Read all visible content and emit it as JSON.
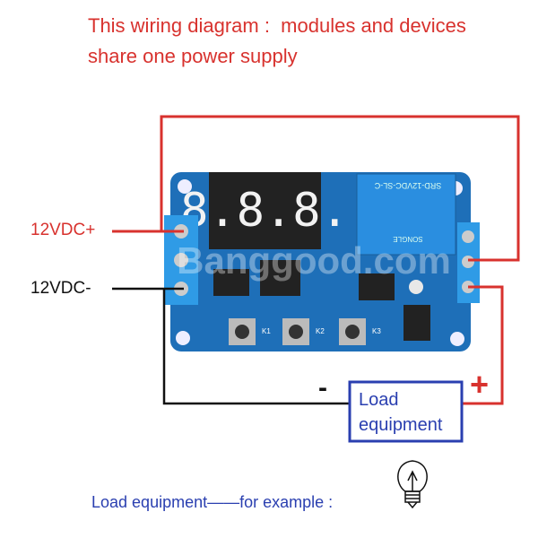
{
  "title": {
    "line1": "This wiring diagram :  modules and devices",
    "line2": "share one power supply"
  },
  "labels": {
    "positive": "12VDC+",
    "negative": "12VDC-",
    "minus_sign": "-",
    "plus_sign": "+",
    "load_box": "Load\nequipment",
    "example": "Load equipment——for example :"
  },
  "board": {
    "display": "8.8.8.",
    "relay_text": "SRD-12VDC-SL-C",
    "relay_brand": "SONGLE",
    "buttons": [
      "K1",
      "K2",
      "K3"
    ],
    "watermark": "Banggood.com"
  },
  "colors": {
    "title": "#d8322e",
    "wire_pos": "#d8322e",
    "wire_neg": "#111111",
    "load": "#2a3fb0",
    "board": "#1e6fb8"
  }
}
